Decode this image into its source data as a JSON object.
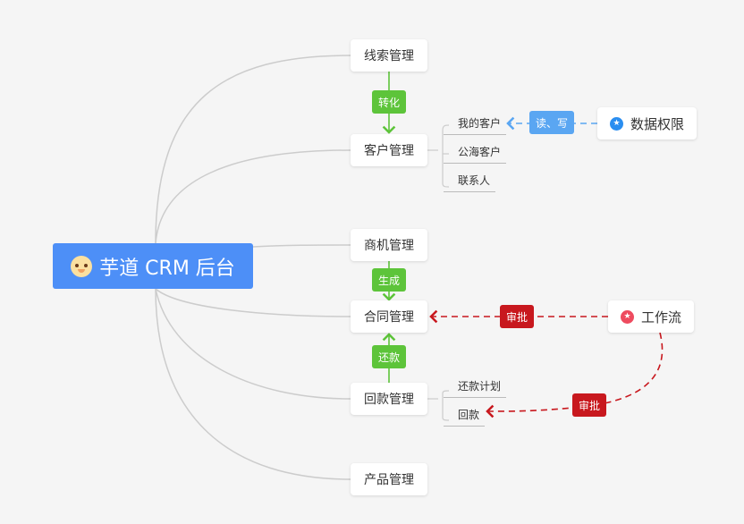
{
  "root": {
    "label": "芋道 CRM 后台",
    "icon": "shiba-dog-icon"
  },
  "modules": {
    "clue": "线索管理",
    "customer": "客户管理",
    "business": "商机管理",
    "contract": "合同管理",
    "receivable": "回款管理",
    "product": "产品管理"
  },
  "customer_children": [
    "我的客户",
    "公海客户",
    "联系人"
  ],
  "receivable_children": [
    "还款计划",
    "回款"
  ],
  "relations": {
    "convert": "转化",
    "generate": "生成",
    "repay": "还款",
    "read_write": "读、写",
    "approve": "审批"
  },
  "side_nodes": {
    "data_permission": {
      "label": "数据权限",
      "icon": "star-icon"
    },
    "workflow": {
      "label": "工作流",
      "icon": "star-icon"
    }
  },
  "colors": {
    "root": "#4d8ff7",
    "green_tag": "#5dc43a",
    "red_tag": "#c8181e",
    "blue_tag": "#5aa6f2",
    "branch_line": "#cccccc",
    "dashed_blue": "#5aa6f2",
    "dashed_red": "#c8181e",
    "data_permission_icon": "#2a8ef0",
    "workflow_icon": "#ee4b5f"
  }
}
